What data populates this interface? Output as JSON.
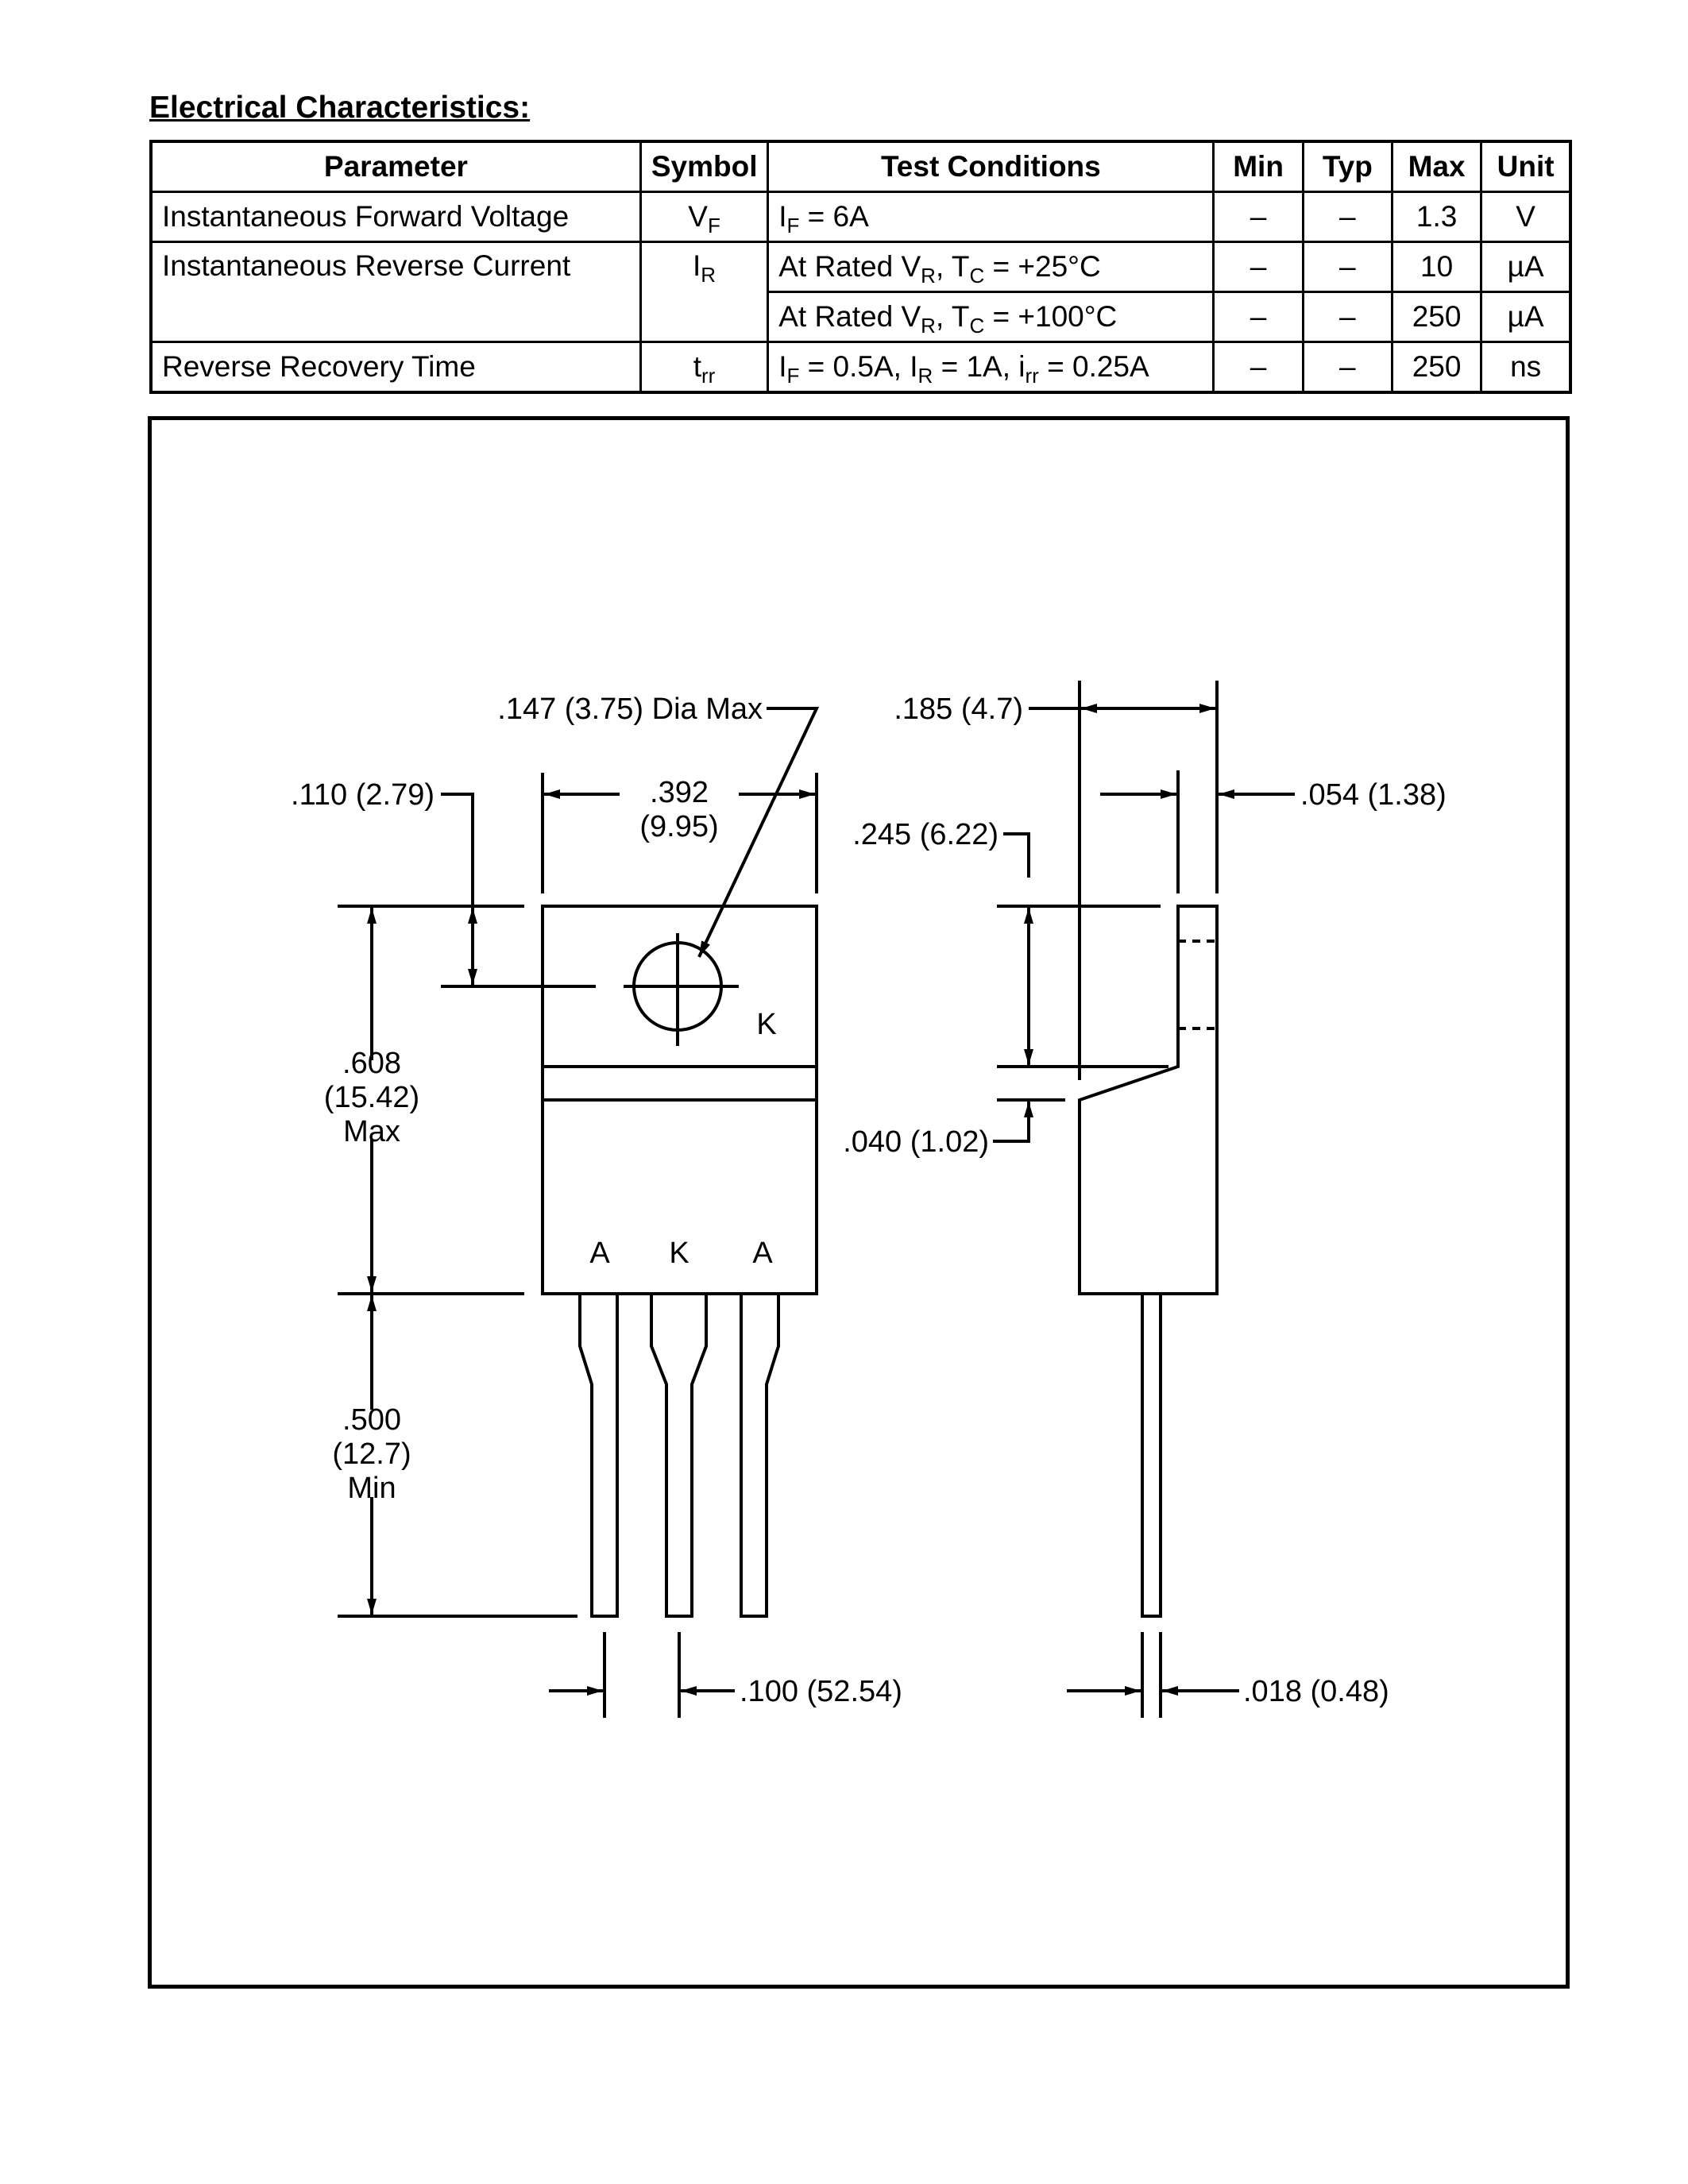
{
  "section_title": "Electrical Characteristics:",
  "table": {
    "headers": [
      "Parameter",
      "Symbol",
      "Test Conditions",
      "Min",
      "Typ",
      "Max",
      "Unit"
    ],
    "rows": [
      {
        "parameter": "Instantaneous Forward Voltage",
        "symbol": "V",
        "symbol_sub": "F",
        "conditions": [
          {
            "cond": [
              "I",
              "F",
              " = 6A"
            ],
            "min": "–",
            "typ": "–",
            "max": "1.3",
            "unit": "V"
          }
        ]
      },
      {
        "parameter": "Instantaneous Reverse Current",
        "symbol": "I",
        "symbol_sub": "R",
        "conditions": [
          {
            "cond": [
              "At Rated V",
              "R",
              ", T",
              "C",
              " = +25°C"
            ],
            "min": "–",
            "typ": "–",
            "max": "10",
            "unit": "µA"
          },
          {
            "cond": [
              "At Rated V",
              "R",
              ", T",
              "C",
              " = +100°C"
            ],
            "min": "–",
            "typ": "–",
            "max": "250",
            "unit": "µA"
          }
        ]
      },
      {
        "parameter": "Reverse Recovery Time",
        "symbol": "t",
        "symbol_sub": "rr",
        "conditions": [
          {
            "cond": [
              "I",
              "F",
              " = 0.5A, I",
              "R",
              " = 1A, i",
              "rr",
              " = 0.25A"
            ],
            "min": "–",
            "typ": "–",
            "max": "250",
            "unit": "ns"
          }
        ]
      }
    ]
  },
  "drawing": {
    "hole_dia": ".147 (3.75) Dia Max",
    "width_top": ".392",
    "width_top_mm": "(9.95)",
    "tab_hole_offset": ".110 (2.79)",
    "depth": ".185 (4.7)",
    "tab_thickness": ".054 (1.38)",
    "tab_height": ".245 (6.22)",
    "body_height": ".608",
    "body_height_mm": "(15.42)",
    "body_height_note": "Max",
    "step": ".040 (1.02)",
    "lead_length": ".500",
    "lead_length_mm": "(12.7)",
    "lead_length_note": "Min",
    "pitch": ".100 (52.54)",
    "lead_thickness": ".018 (0.48)",
    "pin_label_tab": "K",
    "pin_labels": [
      "A",
      "K",
      "A"
    ]
  }
}
